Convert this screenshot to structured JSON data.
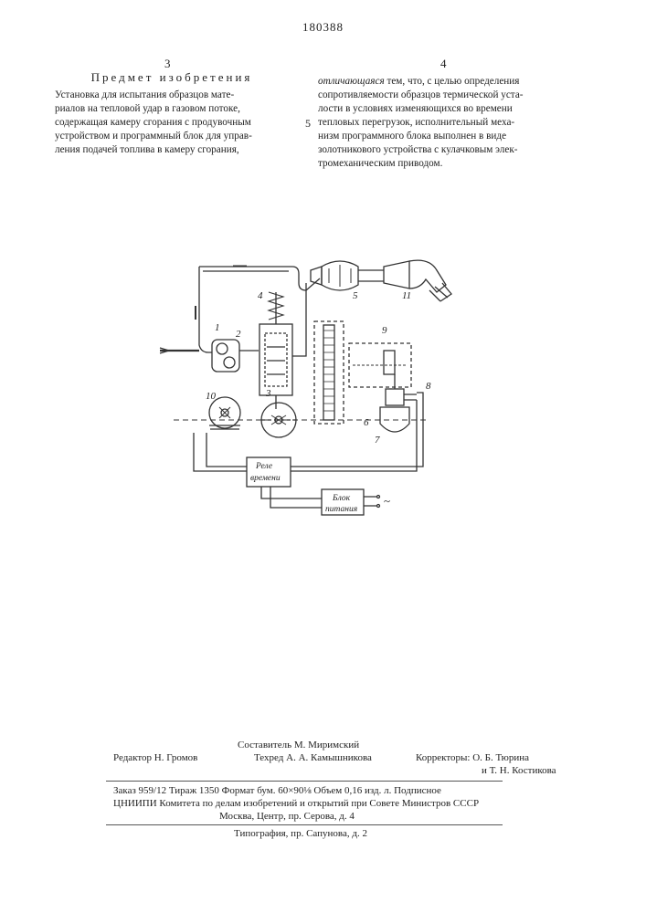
{
  "header": {
    "patent_number": "180388",
    "left_column_number": "3",
    "right_column_number": "4",
    "section_title": "Предмет изобретения",
    "margin_line_number": "5"
  },
  "claim": {
    "left_lines": [
      "Установка для испытания образцов мате-",
      "риалов на тепловой удар в газовом потоке,",
      "содержащая камеру сгорания с продувочным",
      "устройством и программный блок для управ-",
      "ления подачей топлива в камеру сгорания,"
    ],
    "right_first_italic": "отличающаяся",
    "right_first_rest": " тем, что, с целью определения",
    "right_lines": [
      "сопротивляемости образцов термической уста-",
      "лости в условиях изменяющихся во времени",
      "тепловых перегрузок, исполнительный меха-",
      "низм программного блока выполнен в виде",
      "золотникового устройства с кулачковым элек-",
      "тромеханическим приводом."
    ]
  },
  "diagram": {
    "labels": {
      "n1": "1",
      "n2": "2",
      "n3": "3",
      "n4": "4",
      "n5": "5",
      "n6": "6",
      "n7": "7",
      "n8": "8",
      "n9": "9",
      "n10": "10",
      "n11": "11"
    },
    "relay_line1": "Реле",
    "relay_line2": "времени",
    "power_line1": "Блок",
    "power_line2": "питания",
    "ac_symbol": "~"
  },
  "footer": {
    "compiler": "Составитель М. Миримский",
    "editor": "Редактор Н. Громов",
    "techred": "Техред А. А. Камышникова",
    "correctors_line1": "Корректоры: О. Б. Тюрина",
    "correctors_line2": "и Т. Н. Костикова",
    "order_line": "Заказ 959/12    Тираж 1350    Формат бум. 60×90⅛    Объем 0,16 изд. л.    Подписное",
    "org_line": "ЦНИИПИ Комитета по делам изобретений и открытий при Совете Министров СССР",
    "address_line": "Москва, Центр, пр. Серова, д. 4",
    "printer_line": "Типография, пр. Сапунова, д. 2"
  }
}
